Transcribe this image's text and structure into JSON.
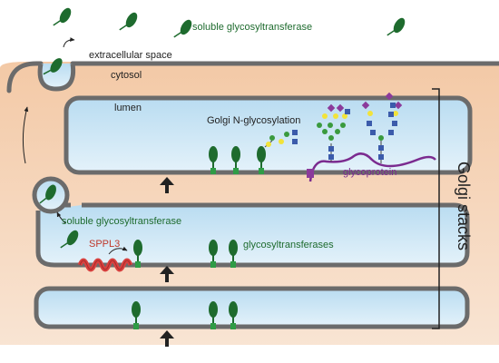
{
  "labels": {
    "soluble_top": "soluble glycosyltransferase",
    "extracellular": "extracellular space",
    "cytosol": "cytosol",
    "lumen": "lumen",
    "golgi_nglyc": "Golgi N-glycosylation",
    "glycoprotein": "glycoprotein",
    "soluble_mid": "soluble glycosyltransferase",
    "sppl3": "SPPL3",
    "glycosyltransferases": "glycosyltransferases",
    "golgi_stacks": "Golgi stacks"
  },
  "colors": {
    "cytosol": "#f0c8a6",
    "lumen": "#cfe8f6",
    "membrane": "#6b6b6b",
    "enzyme": "#1e6b2e",
    "sppl3": "#d9413f",
    "glycoprotein": "#7b2b8f",
    "sugar_blue": "#3b5bab",
    "sugar_green": "#3a9a3e",
    "sugar_yellow": "#f2e33a",
    "sugar_purple": "#8b3a9b"
  },
  "icons": {
    "enzyme": "glycosyltransferase-icon",
    "arrow": "up-arrow-icon",
    "sppl3": "sppl3-helix-icon"
  }
}
